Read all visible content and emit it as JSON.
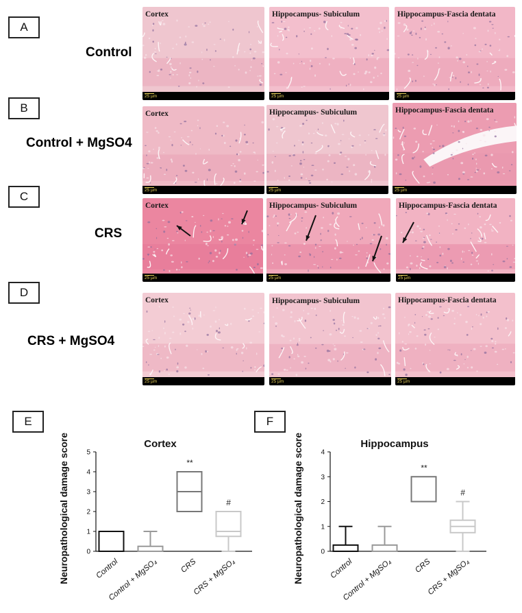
{
  "panels": {
    "A": "A",
    "B": "B",
    "C": "C",
    "D": "D",
    "E": "E",
    "F": "F"
  },
  "rows": [
    {
      "label": "Control",
      "tiles": [
        "Cortex",
        "Hippocampus-   Subiculum",
        "Hippocampus-Fascia dentata"
      ]
    },
    {
      "label": "Control + MgSO4",
      "tiles": [
        "Cortex",
        "Hippocampus-   Subiculum",
        "Hippocampus-Fascia dentata"
      ]
    },
    {
      "label": "CRS",
      "tiles": [
        "Cortex",
        "Hippocampus-   Subiculum",
        "Hippocampus-Fascia dentata"
      ]
    },
    {
      "label": "CRS + MgSO4",
      "tiles": [
        "Cortex",
        "Hippocampus-  Subiculum",
        "Hippocampus-Fascia dentata"
      ]
    }
  ],
  "scale_bar": "25 µm",
  "colors": {
    "stain_light": "#f2c9d2",
    "stain_mid": "#ec9bb0",
    "stain_dark": "#e66a8e",
    "nuclei": "#9a6f9e"
  },
  "chart_data": [
    {
      "type": "box",
      "title": "Cortex",
      "ylabel": "Neuropathological damage score",
      "categories": [
        "Control",
        "Control + MgSO₄",
        "CRS",
        "CRS + MgSO₄"
      ],
      "yticks": [
        "0",
        "1",
        "2",
        "3",
        "4",
        "5"
      ],
      "ylim": [
        0,
        5
      ],
      "boxes": [
        {
          "min": 0,
          "q1": 0,
          "median": 0,
          "q3": 1,
          "max": 1
        },
        {
          "min": 0,
          "q1": 0,
          "median": 0,
          "q3": 0.25,
          "max": 1
        },
        {
          "min": 2,
          "q1": 2,
          "median": 3,
          "q3": 4,
          "max": 4
        },
        {
          "min": 0,
          "q1": 0.75,
          "median": 1,
          "q3": 2,
          "max": 2
        }
      ],
      "annotations": [
        "",
        "",
        "**",
        "#"
      ],
      "colors": [
        "#111111",
        "#999999",
        "#777777",
        "#c8c8c8"
      ]
    },
    {
      "type": "box",
      "title": "Hippocampus",
      "ylabel": "Neuropathological damage score",
      "categories": [
        "Control",
        "Control + MgSO₄",
        "CRS",
        "CRS + MgSO₄"
      ],
      "yticks": [
        "0",
        "1",
        "2",
        "3",
        "4"
      ],
      "ylim": [
        0,
        4
      ],
      "boxes": [
        {
          "min": 0,
          "q1": 0,
          "median": 0,
          "q3": 0.25,
          "max": 1
        },
        {
          "min": 0,
          "q1": 0,
          "median": 0,
          "q3": 0.25,
          "max": 1
        },
        {
          "min": 2,
          "q1": 2,
          "median": 2,
          "q3": 3,
          "max": 3
        },
        {
          "min": 0,
          "q1": 0.75,
          "median": 1,
          "q3": 1.25,
          "max": 2
        }
      ],
      "annotations": [
        "",
        "",
        "**",
        "#"
      ],
      "colors": [
        "#111111",
        "#999999",
        "#777777",
        "#c8c8c8"
      ]
    }
  ]
}
